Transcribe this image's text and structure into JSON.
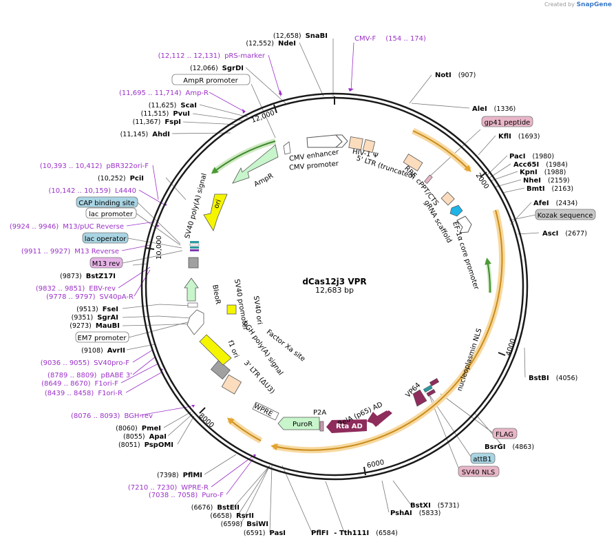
{
  "credit": {
    "prefix": "Created by",
    "brand": "SnapGene"
  },
  "plasmid": {
    "name": "dCas12j3 VPR",
    "length_label": "12,683 bp"
  },
  "ticks": [
    "12,000",
    "2000",
    "4000",
    "6000",
    "8000",
    "10,000"
  ],
  "colors": {
    "backbone": "#1a1a1a",
    "leader": "#666666",
    "primer": "#9b30c8",
    "orange": "#e2a330",
    "green": "#4b9a35",
    "rta": "#8e2c5c",
    "yellow": "#f5f500"
  },
  "enzymes": [
    {
      "pos": "(12,658)",
      "name": "SnaBI"
    },
    {
      "pos": "(12,552)",
      "name": "NdeI"
    },
    {
      "pos": "(12,066)",
      "name": "SgrDI"
    },
    {
      "pos": "(11,625)",
      "name": "ScaI"
    },
    {
      "pos": "(11,515)",
      "name": "PvuI"
    },
    {
      "pos": "(11,367)",
      "name": "FspI"
    },
    {
      "pos": "(11,145)",
      "name": "AhdI"
    },
    {
      "pos": "(10,252)",
      "name": "PciI"
    },
    {
      "pos": "(9873)",
      "name": "BstZ17I"
    },
    {
      "pos": "(9513)",
      "name": "FseI"
    },
    {
      "pos": "(9351)",
      "name": "SgrAI"
    },
    {
      "pos": "(9273)",
      "name": "MauBI"
    },
    {
      "pos": "(9108)",
      "name": "AvrII"
    },
    {
      "pos": "(8060)",
      "name": "PmeI"
    },
    {
      "pos": "(8055)",
      "name": "ApaI"
    },
    {
      "pos": "(8051)",
      "name": "PspOMI"
    },
    {
      "pos": "(7398)",
      "name": "PflMI"
    },
    {
      "pos": "(6676)",
      "name": "BstEII"
    },
    {
      "pos": "(6658)",
      "name": "RsrII"
    },
    {
      "pos": "(6598)",
      "name": "BsiWI"
    },
    {
      "pos": "(6591)",
      "name": "PasI"
    },
    {
      "name": "NotI",
      "pos": "(907)"
    },
    {
      "name": "AleI",
      "pos": "(1336)"
    },
    {
      "name": "KflI",
      "pos": "(1693)"
    },
    {
      "name": "PacI",
      "pos": "(1980)"
    },
    {
      "name": "Acc65I",
      "pos": "(1984)"
    },
    {
      "name": "KpnI",
      "pos": "(1988)"
    },
    {
      "name": "NheI",
      "pos": "(2159)"
    },
    {
      "name": "BmtI",
      "pos": "(2163)"
    },
    {
      "name": "AfeI",
      "pos": "(2434)"
    },
    {
      "name": "AscI",
      "pos": "(2677)"
    },
    {
      "name": "BstBI",
      "pos": "(4056)"
    },
    {
      "name": "BsrGI",
      "pos": "(4863)"
    },
    {
      "name": "BstXI",
      "pos": "(5731)"
    },
    {
      "name": "PshAI",
      "pos": "(5833)"
    },
    {
      "name": "PflFI",
      "name2": "Tth111I",
      "pos": "(6584)"
    }
  ],
  "primers": [
    {
      "range": "(12,112 .. 12,131)",
      "name": "pRS-marker"
    },
    {
      "range": "(11,695 .. 11,714)",
      "name": "Amp-R"
    },
    {
      "range": "(10,393 .. 10,412)",
      "name": "pBR322ori-F"
    },
    {
      "range": "(10,142 .. 10,159)",
      "name": "L4440"
    },
    {
      "range": "(9924 .. 9946)",
      "name": "M13/pUC Reverse"
    },
    {
      "range": "(9911 .. 9927)",
      "name": "M13 Reverse"
    },
    {
      "range": "(9832 .. 9851)",
      "name": "EBV-rev"
    },
    {
      "range": "(9778 .. 9797)",
      "name": "SV40pA-R"
    },
    {
      "range": "(9036 .. 9055)",
      "name": "SV40pro-F"
    },
    {
      "range": "(8789 .. 8809)",
      "name": "pBABE 3'"
    },
    {
      "range": "(8649 .. 8670)",
      "name": "F1ori-F"
    },
    {
      "range": "(8439 .. 8458)",
      "name": "F1ori-R"
    },
    {
      "range": "(8076 .. 8093)",
      "name": "BGH-rev"
    },
    {
      "range": "(7210 .. 7230)",
      "name": "WPRE-R"
    },
    {
      "range": "(7038 .. 7058)",
      "name": "Puro-F"
    },
    {
      "name": "CMV-F",
      "range": "(154 .. 174)"
    }
  ],
  "boxed_labels": [
    {
      "text": "AmpR promoter",
      "style": "plain"
    },
    {
      "text": "CAP binding site",
      "style": "blue"
    },
    {
      "text": "lac promoter",
      "style": "plain"
    },
    {
      "text": "lac operator",
      "style": "blue"
    },
    {
      "text": "M13 rev",
      "style": "pink"
    },
    {
      "text": "EM7 promoter",
      "style": "plain"
    },
    {
      "text": "gp41 peptide",
      "style": "pink"
    },
    {
      "text": "Kozak sequence",
      "style": "gray"
    },
    {
      "text": "FLAG",
      "style": "pink"
    },
    {
      "text": "attB1",
      "style": "blue"
    },
    {
      "text": "SV40 NLS",
      "style": "pink"
    }
  ],
  "feature_labels": {
    "cmv_enhancer": "CMV enhancer",
    "cmv_promoter": "CMV promoter",
    "hiv_psi": "HIV-1 Ψ",
    "ltr5": "5' LTR (truncated)",
    "rre": "RRE",
    "cppt": "cPPT/CTS",
    "grna": "gRNA scaffold",
    "ef1a": "EF-1α core promoter",
    "np_nls": "nucleoplasmin NLS",
    "vp64": "VP64",
    "rela": "RelA (p65) AD",
    "rta": "Rta AD",
    "p2a": "P2A",
    "puror": "PuroR",
    "wpre": "WPRE",
    "ltr3": "3' LTR (ΔU3)",
    "bgh": "bGH poly(A) signal",
    "f1ori": "f1 ori",
    "factor_xa": "Factor Xa site",
    "sv40ori": "SV40 ori",
    "sv40prom": "SV40 promoter",
    "bleor": "BleoR",
    "sv40pa": "SV40 poly(A) signal",
    "ori": "ori",
    "ampr": "AmpR"
  }
}
